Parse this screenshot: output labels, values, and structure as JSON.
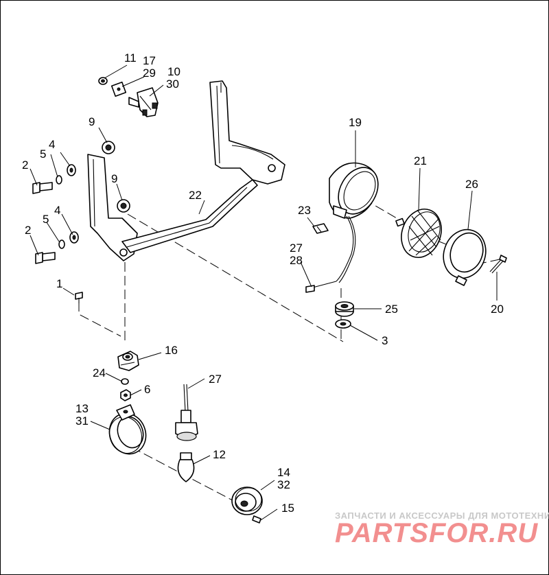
{
  "callouts": {
    "c1": "1",
    "c2a": "2",
    "c2b": "2",
    "c3": "3",
    "c4a": "4",
    "c4b": "4",
    "c5a": "5",
    "c5b": "5",
    "c6": "6",
    "c9a": "9",
    "c9b": "9",
    "c10": "10",
    "c11": "11",
    "c12": "12",
    "c13": "13",
    "c14": "14",
    "c15": "15",
    "c16": "16",
    "c17": "17",
    "c19": "19",
    "c20": "20",
    "c21": "21",
    "c22": "22",
    "c23": "23",
    "c24": "24",
    "c25": "25",
    "c26": "26",
    "c27a": "27",
    "c27b": "27",
    "c28": "28",
    "c29": "29",
    "c30": "30",
    "c31": "31",
    "c32": "32"
  },
  "watermark": {
    "tagline": "ЗАПЧАСТИ И АКСЕССУАРЫ ДЛЯ МОТОТЕХНИКИ",
    "brand": "PARTSFOR.RU"
  }
}
